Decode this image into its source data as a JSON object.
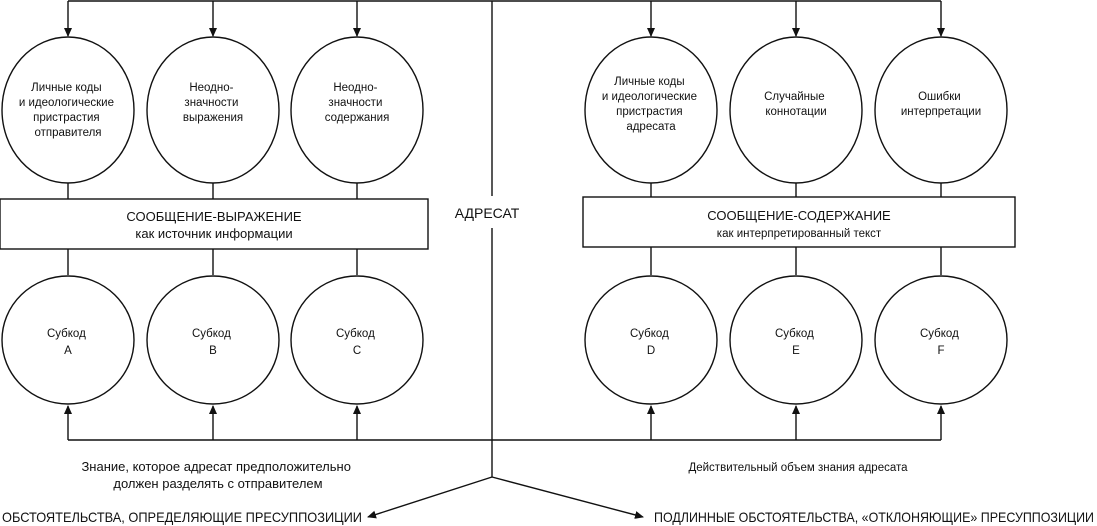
{
  "left_top_circles": [
    {
      "lines": [
        "Личные коды",
        "и идеологические",
        "пристрастия",
        "отправителя"
      ]
    },
    {
      "lines": [
        "Неодно-",
        "значности",
        "выражения"
      ]
    },
    {
      "lines": [
        "Неодно-",
        "значности",
        "содержания"
      ]
    }
  ],
  "right_top_circles": [
    {
      "lines": [
        "Личные коды",
        "и идеологические",
        "пристрастия",
        "адресата"
      ]
    },
    {
      "lines": [
        "Случайные",
        "коннотации"
      ]
    },
    {
      "lines": [
        "Ошибки",
        "интерпретации"
      ]
    }
  ],
  "left_box": {
    "title": "СООБЩЕНИЕ-ВЫРАЖЕНИЕ",
    "subtitle": "как источник информации"
  },
  "right_box": {
    "title": "СООБЩЕНИЕ-СОДЕРЖАНИЕ",
    "subtitle": "как интерпретированный текст"
  },
  "center_label": "АДРЕСАТ",
  "subcodes_left": [
    {
      "label": "Субкод",
      "letter": "A"
    },
    {
      "label": "Субкод",
      "letter": "B"
    },
    {
      "label": "Субкод",
      "letter": "C"
    }
  ],
  "subcodes_right": [
    {
      "label": "Субкод",
      "letter": "D"
    },
    {
      "label": "Субкод",
      "letter": "E"
    },
    {
      "label": "Субкод",
      "letter": "F"
    }
  ],
  "left_knowledge": [
    "Знание, которое адресат предположительно",
    "должен разделять с отправителем"
  ],
  "right_knowledge": "Действительный объем знания адресата",
  "bottom_left": "ОБСТОЯТЕЛЬСТВА, ОПРЕДЕЛЯЮЩИЕ ПРЕСУППОЗИЦИИ",
  "bottom_right": "ПОДЛИННЫЕ ОБСТОЯТЕЛЬСТВА, «ОТКЛОНЯЮЩИЕ» ПРЕСУППОЗИЦИИ"
}
